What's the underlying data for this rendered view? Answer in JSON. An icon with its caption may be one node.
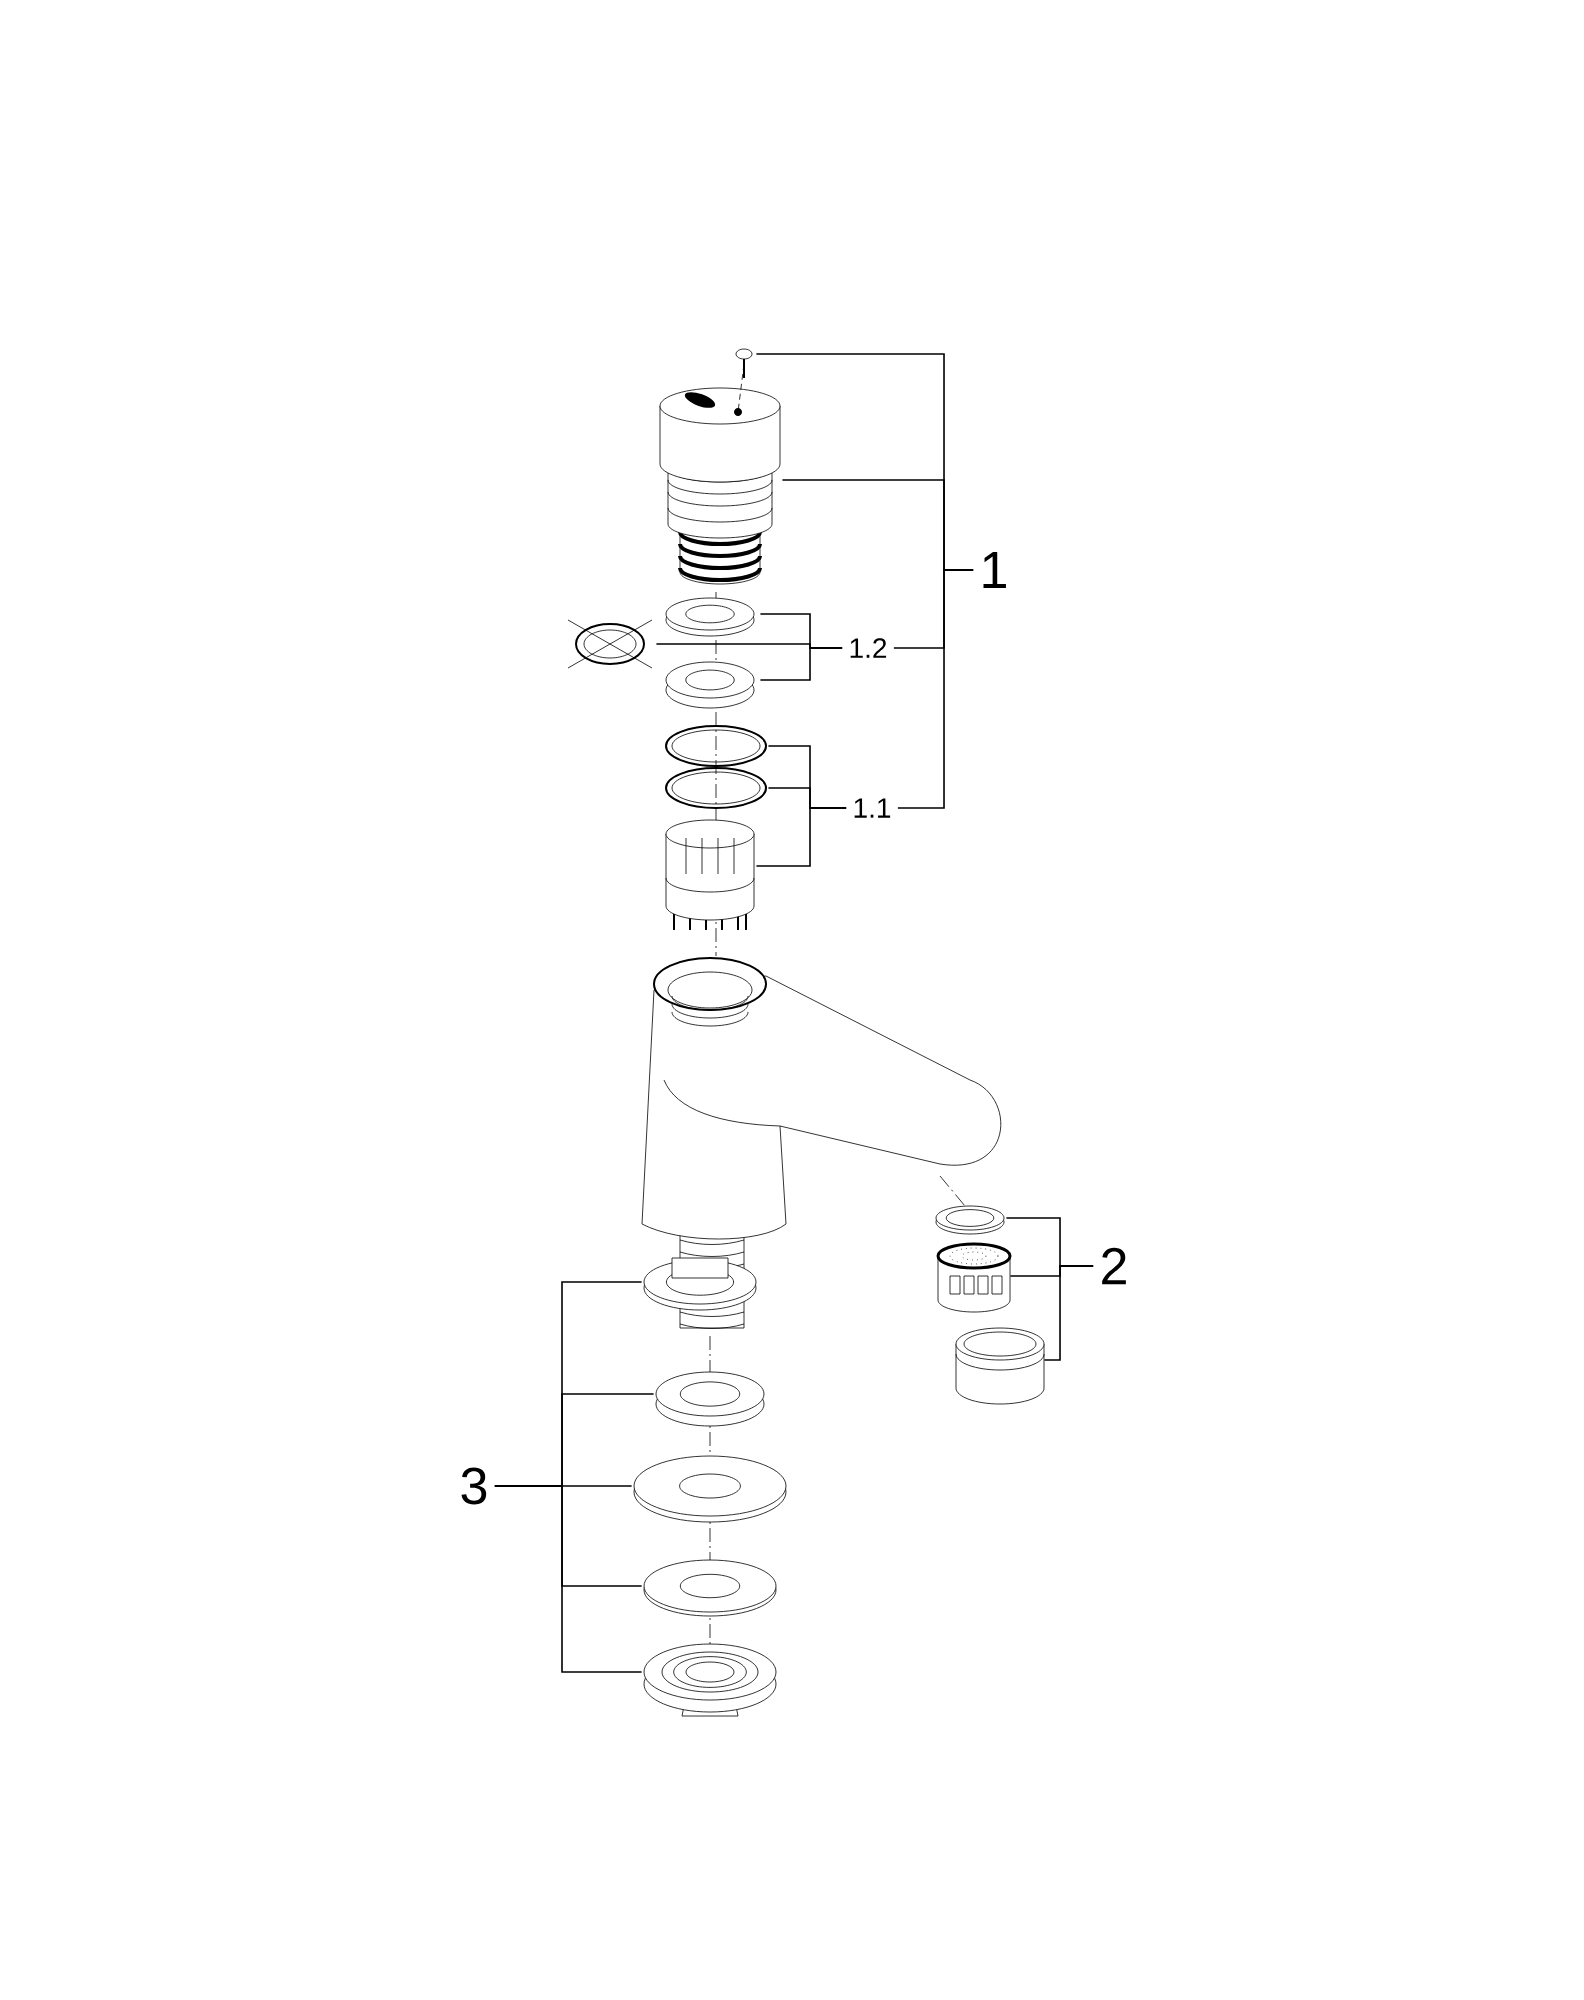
{
  "diagram": {
    "nodes": [
      {
        "text": [],
        "shape": "picture"
      },
      {
        "text": [],
        "shape": "picture"
      },
      {
        "text": [
          "1"
        ]
      },
      {
        "text": [],
        "shape": "picture"
      },
      {
        "text": [],
        "shape": "picture"
      },
      {
        "text": [
          "1.2"
        ]
      },
      {
        "text": [],
        "shape": "picture"
      },
      {
        "text": [],
        "shape": "picture"
      },
      {
        "text": [],
        "shape": "picture"
      },
      {
        "text": [
          "1.1"
        ]
      },
      {
        "text": [],
        "shape": "picture"
      },
      {
        "text": [],
        "shape": "picture"
      },
      {
        "text": [],
        "shape": "picture"
      },
      {
        "text": [
          "2"
        ]
      },
      {
        "text": [],
        "shape": "picture"
      },
      {
        "text": [
          "3"
        ]
      },
      {
        "text": [],
        "shape": "picture"
      },
      {
        "text": [],
        "shape": "picture"
      },
      {
        "text": [],
        "shape": "picture"
      },
      {
        "text": [],
        "shape": "picture"
      },
      {
        "text": [],
        "shape": "picture"
      }
    ],
    "edges": [
      {
        "from": 2,
        "to": 0,
        "arrow": "none"
      },
      {
        "from": 2,
        "to": 1,
        "arrow": "none"
      },
      {
        "from": 2,
        "to": 5,
        "arrow": "none"
      },
      {
        "from": 2,
        "to": 9,
        "arrow": "none"
      },
      {
        "from": 5,
        "to": 3,
        "arrow": "none"
      },
      {
        "from": 5,
        "to": 4,
        "arrow": "none"
      },
      {
        "from": 5,
        "to": 6,
        "arrow": "none"
      },
      {
        "from": 9,
        "to": 7,
        "arrow": "none"
      },
      {
        "from": 9,
        "to": 8,
        "arrow": "none"
      },
      {
        "from": 9,
        "to": 10,
        "arrow": "none"
      },
      {
        "from": 13,
        "to": 11,
        "arrow": "none"
      },
      {
        "from": 13,
        "to": 12,
        "arrow": "none"
      },
      {
        "from": 13,
        "to": 14,
        "arrow": "none"
      },
      {
        "from": 15,
        "to": 16,
        "arrow": "none"
      },
      {
        "from": 15,
        "to": 17,
        "arrow": "none"
      },
      {
        "from": 15,
        "to": 18,
        "arrow": "none"
      },
      {
        "from": 15,
        "to": 19,
        "arrow": "none"
      },
      {
        "from": 15,
        "to": 20,
        "arrow": "none"
      }
    ]
  }
}
